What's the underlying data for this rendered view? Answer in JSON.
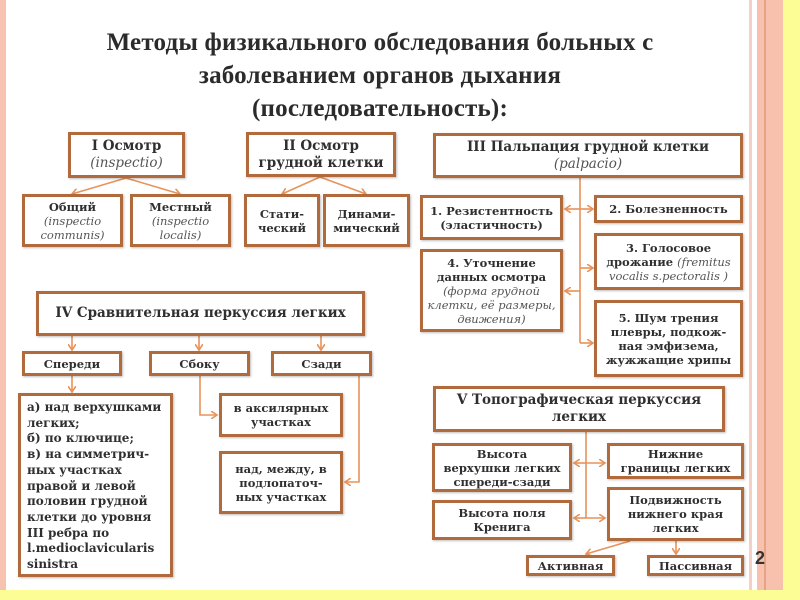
{
  "title": {
    "line1": "Методы физикального обследования больных с",
    "line2": "заболеванием органов дыхания",
    "line3": "(последовательность):"
  },
  "colors": {
    "box_border": "#b06a3c",
    "connector": "#e8935a",
    "side_stripe": "#f7c3b0",
    "accent_yellow": "#fdfd96"
  },
  "section1": {
    "title": "I  Осмотр",
    "latin": "(inspectio)",
    "children": [
      {
        "title": "Общий",
        "latin1": "(inspectio",
        "latin2": "communis)"
      },
      {
        "title": "Местный",
        "latin1": "(inspectio",
        "latin2": "localis)"
      }
    ]
  },
  "section2": {
    "title1": "II  Осмотр",
    "title2": "грудной клетки",
    "children": [
      {
        "line1": "Стати-",
        "line2": "ческий"
      },
      {
        "line1": "Динами-",
        "line2": "мический"
      }
    ]
  },
  "section3": {
    "title": "III  Пальпация грудной клетки",
    "latin": "(palpacio)",
    "item1": {
      "line1": "1. Резистентность",
      "line2": "(эластичность)"
    },
    "item2": {
      "line1": "2. Болезненность"
    },
    "item3": {
      "line1": "3. Голосовое",
      "line2": "дрожание",
      "latin_a": "(fremitus",
      "latin_b": "vocalis  s.pectoralis )"
    },
    "item4": {
      "line1": "4. Уточнение",
      "line2": "данных осмотра",
      "note1": "(форма грудной",
      "note2": "клетки, её размеры,",
      "note3": "движения)"
    },
    "item5": {
      "line1": "5. Шум трения",
      "line2": "плевры, подкож-",
      "line3": "ная эмфизема,",
      "line4": "жужжащие хрипы"
    }
  },
  "section4": {
    "title": "IV  Сравнительная перкуссия легких",
    "front": "Спереди",
    "side": "Сбоку",
    "back": "Сзади",
    "front_details": [
      "а) над верхушками",
      "легких;",
      "б) по ключице;",
      "в) на симметрич-",
      "ных участках",
      "правой и левой",
      "половин грудной",
      "клетки до уровня",
      "III  ребра по",
      "l.medioclavicularis",
      "sinistra"
    ],
    "side_detail": {
      "line1": "в аксилярных",
      "line2": "участках"
    },
    "back_detail": {
      "line1": "над, между, в",
      "line2": "подлопаточ-",
      "line3": "ных участках"
    }
  },
  "section5": {
    "title1": "V  Топографическая перкуссия",
    "title2": "легких",
    "apex": {
      "line1": "Высота",
      "line2": "верхушки легких",
      "line3": "спереди-сзади"
    },
    "lower": {
      "line1": "Нижние",
      "line2": "границы легких"
    },
    "kroenig": {
      "line1": "Высота поля",
      "line2": "Кренига"
    },
    "mobility": {
      "line1": "Подвижность",
      "line2": "нижнего края",
      "line3": "легких"
    },
    "active": "Активная",
    "passive": "Пассивная"
  },
  "slide_number": "2"
}
